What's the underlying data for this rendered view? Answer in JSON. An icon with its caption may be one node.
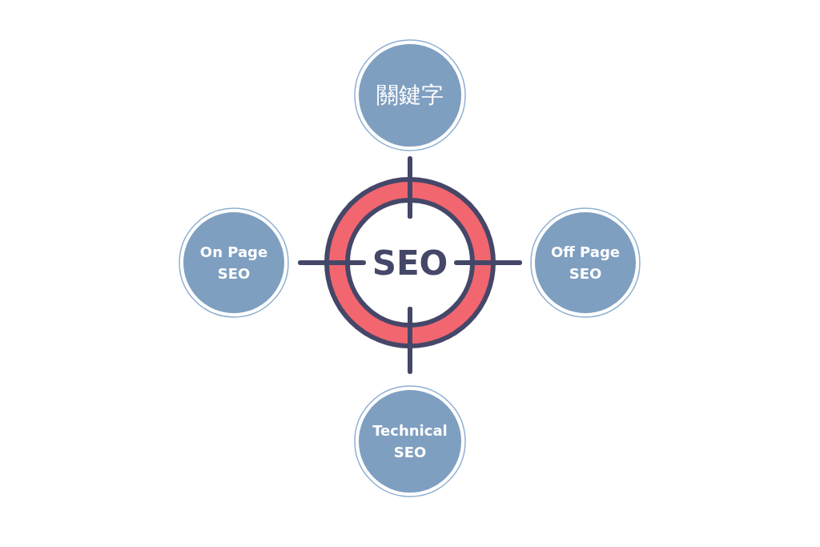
{
  "diagram": {
    "nodes": [
      {
        "text": [
          "SEO"
        ]
      },
      {
        "text": [
          "關鍵字"
        ]
      },
      {
        "text": [
          "On Page SEO"
        ]
      },
      {
        "text": [
          "Off Page SEO"
        ]
      },
      {
        "text": [
          "Technical SEO"
        ]
      }
    ]
  }
}
